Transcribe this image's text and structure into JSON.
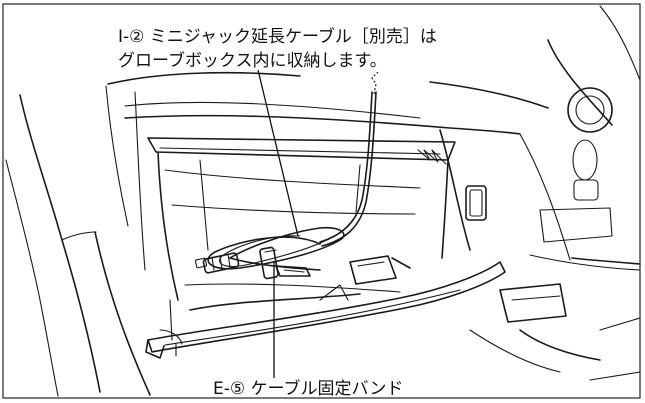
{
  "labels": {
    "top_line1": "Ⅰ-② ミニジャック延長ケーブル［別売］は",
    "top_line2": "グローブボックス内に収納します。",
    "bottom": "E-⑤ ケーブル固定バンド"
  },
  "colors": {
    "ink": "#1a1a1a",
    "background": "#ffffff"
  }
}
